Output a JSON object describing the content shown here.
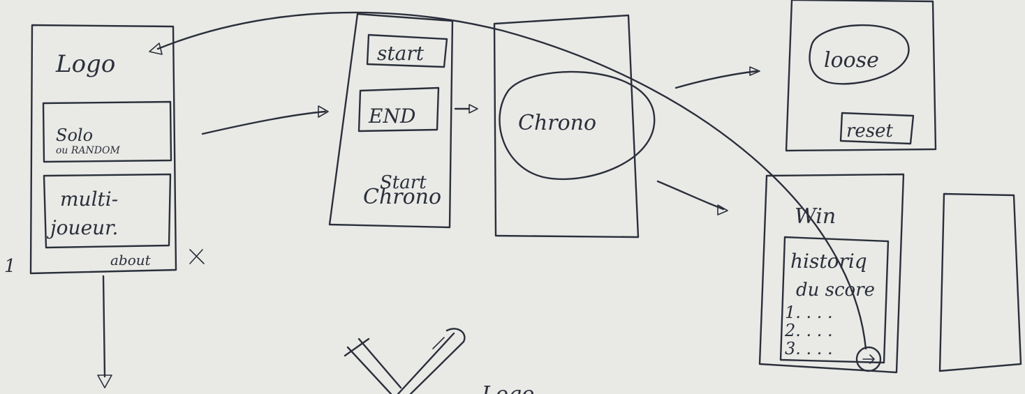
{
  "screens": {
    "menu": {
      "logo": "Logo",
      "solo_line1": "Solo",
      "solo_line2": "ou RANDOM",
      "multi_line1": "multi-",
      "multi_line2": "joueur.",
      "about": "about",
      "side_mark": "1"
    },
    "solo": {
      "start": "start",
      "end": "END",
      "start_chrono_1": "Start",
      "start_chrono_2": "Chrono"
    },
    "chrono": {
      "label": "Chrono"
    },
    "lose": {
      "label": "loose",
      "reset": "reset"
    },
    "win": {
      "label": "Win",
      "history_1": "historiq",
      "history_2": "du score",
      "rank_1": "1. . . .",
      "rank_2": "2. . . .",
      "rank_3": "3. . . ."
    },
    "bottom_scribble": "Logo"
  },
  "colors": {
    "paper": "#e9e9e6",
    "ink": "#2a2f3a"
  }
}
